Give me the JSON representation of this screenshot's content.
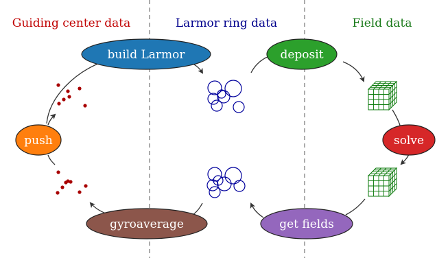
{
  "columns": {
    "guiding_center": {
      "title": "Guiding center data",
      "color": "#c00000"
    },
    "larmor_ring": {
      "title": "Larmor ring data",
      "color": "#00008c"
    },
    "field": {
      "title": "Field data",
      "color": "#1a7a1a"
    }
  },
  "steps": {
    "build_larmor": {
      "label": "build Larmor",
      "color": "#1f77b4"
    },
    "deposit": {
      "label": "deposit",
      "color": "#2ca02c"
    },
    "solve": {
      "label": "solve",
      "color": "#d62728"
    },
    "get_fields": {
      "label": "get fields",
      "color": "#9467bd"
    },
    "gyroaverage": {
      "label": "gyroaverage",
      "color": "#8c564b"
    },
    "push": {
      "label": "push",
      "color": "#ff7f0e"
    }
  },
  "colors": {
    "particle": "#a80000",
    "ring": "#00009c",
    "grid": "#0a7a0a",
    "grid_fill": "#ffffff",
    "arrow": "#333333",
    "divider": "#888888",
    "node_text": "#ffffff",
    "node_stroke": "#222222"
  }
}
